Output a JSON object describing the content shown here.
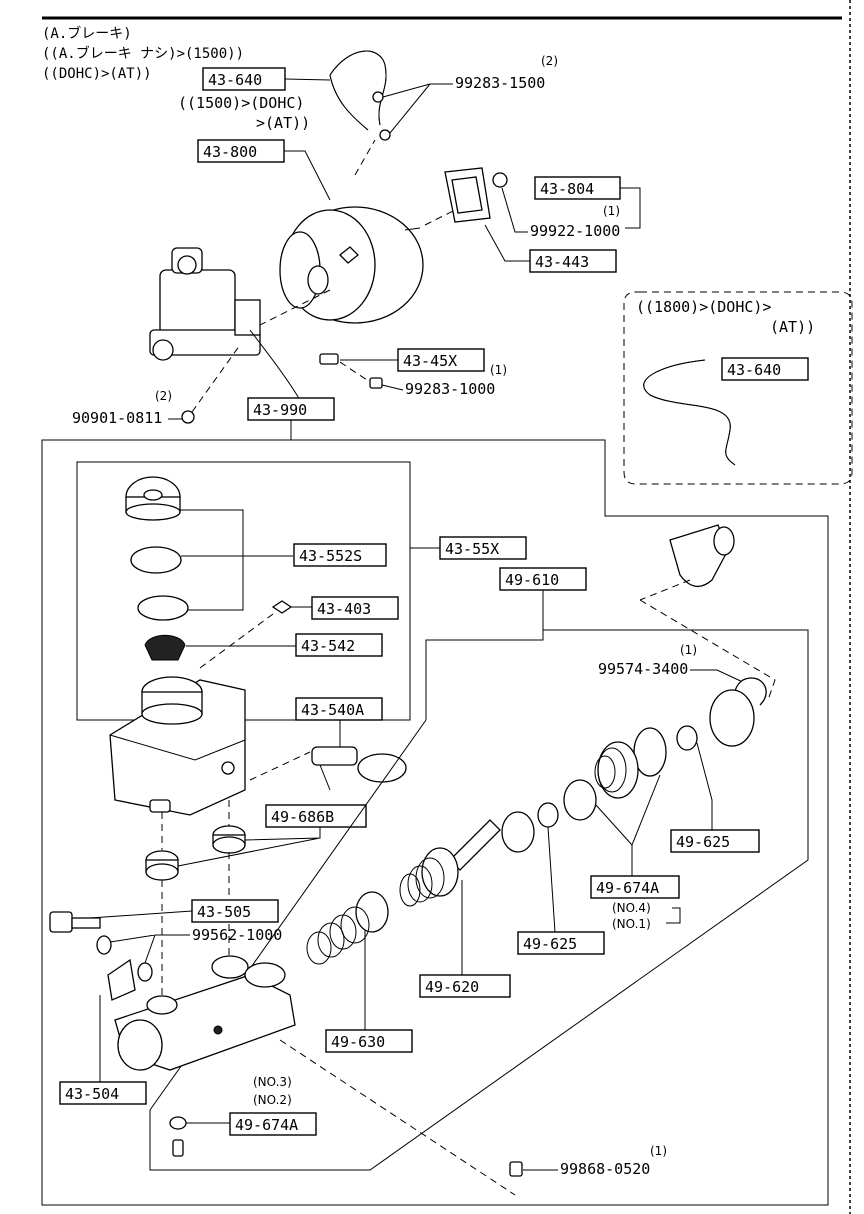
{
  "header": {
    "line1": "(A.ブレーキ)",
    "line2": "((A.ブレーキ ナシ)>(1500))",
    "line3": "((DOHC)>(AT))"
  },
  "top": {
    "p43_640": "43-640",
    "cond_1500_dohc": "((1500)>(DOHC)",
    "cond_at": ">(AT))",
    "qty_99283_1500": "(2)",
    "p99283_1500": "99283-1500",
    "p43_800": "43-800",
    "p43_804": "43-804",
    "qty_99922": "(1)",
    "p99922_1000": "99922-1000",
    "p43_443": "43-443",
    "p43_45x": "43-45X",
    "qty_43_45x": "(1)",
    "p99283_1000": "99283-1000",
    "qty_90901": "(2)",
    "p90901_0811": "90901-0811",
    "p43_990": "43-990"
  },
  "inset": {
    "cond_1800_dohc": "((1800)>(DOHC)>",
    "cond_at": "(AT))",
    "p43_640": "43-640"
  },
  "reservoir": {
    "p43_552s": "43-552S",
    "p43_55x": "43-55X",
    "p43_403": "43-403",
    "p43_542": "43-542",
    "p43_540a": "43-540A",
    "p49_686b": "49-686B"
  },
  "cylinder": {
    "p49_610": "49-610",
    "qty_99574": "(1)",
    "p99574_3400": "99574-3400",
    "p49_625_a": "49-625",
    "p49_674a": "49-674A",
    "no4": "(NO.4)",
    "no1": "(NO.1)",
    "p49_625_b": "49-625",
    "p49_620": "49-620",
    "p43_505": "43-505",
    "p99562_1000": "99562-1000",
    "p49_630": "49-630",
    "p43_504": "43-504",
    "no3": "(NO.3)",
    "no2": "(NO.2)",
    "p49_674a_b": "49-674A",
    "qty_99868": "(1)",
    "p99868_0520": "99868-0520"
  }
}
